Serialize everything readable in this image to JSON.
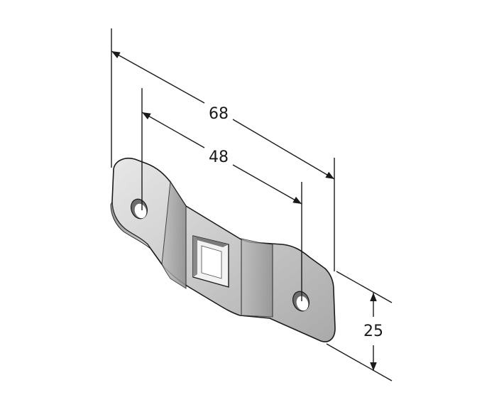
{
  "dimensions": {
    "overall_length": "68",
    "hole_spacing": "48",
    "height": "25"
  }
}
